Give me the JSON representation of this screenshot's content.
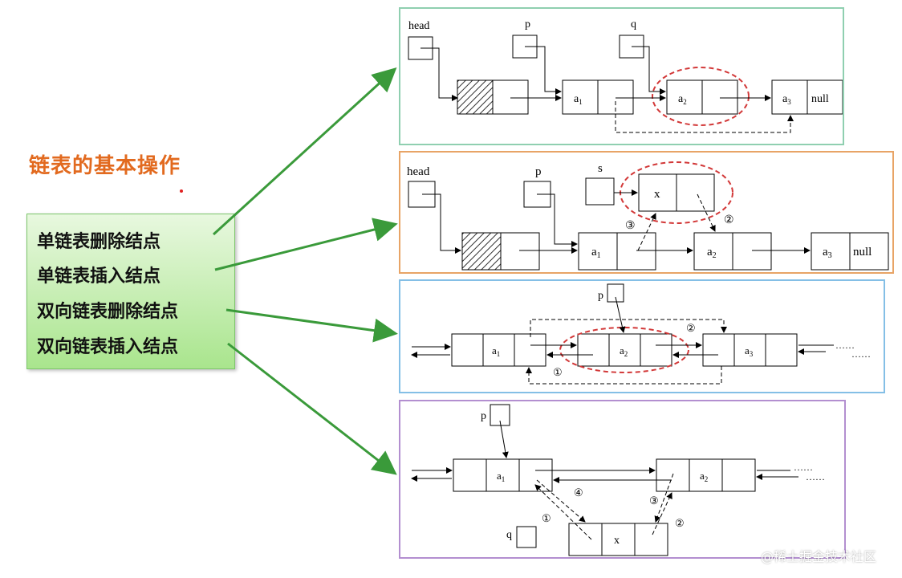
{
  "title": "链表的基本操作",
  "menu": {
    "items": [
      "单链表删除结点",
      "单链表插入结点",
      "双向链表删除结点",
      "双向链表插入结点"
    ]
  },
  "panel1": {
    "head": "head",
    "p": "p",
    "q": "q",
    "a1": "a",
    "a2": "a",
    "a3": "a",
    "s1": "1",
    "s2": "2",
    "s3": "3",
    "null": "null"
  },
  "panel2": {
    "head": "head",
    "p": "p",
    "s": "s",
    "x": "x",
    "a1": "a",
    "a2": "a",
    "a3": "a",
    "s1": "1",
    "s2": "2",
    "s3": "3",
    "null": "null",
    "step1": "③",
    "step2": "②"
  },
  "panel3": {
    "p": "p",
    "a1": "a",
    "a2": "a",
    "a3": "a",
    "s1": "1",
    "s2": "2",
    "s3": "3",
    "step1": "②",
    "step2": "①",
    "dots": "……"
  },
  "panel4": {
    "p": "p",
    "q": "q",
    "x": "x",
    "a1": "a",
    "a2": "a",
    "s1": "1",
    "s2": "2",
    "step1": "④",
    "step2": "③",
    "step3": "①",
    "step4": "②",
    "dots": "……"
  },
  "watermark": "@稀土掘金技术社区",
  "colors": {
    "arrow": "#3a9a3a",
    "title": "#e26a1f",
    "oval": "#d23838"
  }
}
